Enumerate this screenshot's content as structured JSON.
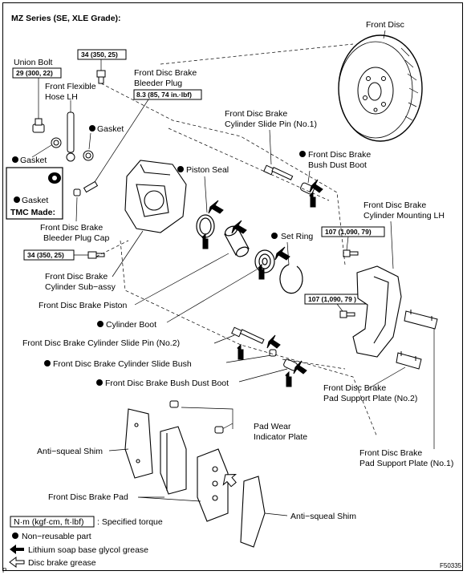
{
  "title": "MZ Series (SE, XLE Grade):",
  "footer_code": "F50335",
  "corner_mark": "P",
  "torques": {
    "union_bolt": "29 (300, 22)",
    "bleeder_bolt_top": "34 (350, 25)",
    "bleeder_plug": "8.3 (85, 74 in.·lbf)",
    "cyl_bolt": "34 (350, 25)",
    "mount_bolt_upper": "107 (1,090, 79)",
    "mount_bolt_lower": "107 (1,090, 79 )"
  },
  "labels": {
    "front_disc": "Front Disc",
    "union_bolt": "Union Bolt",
    "flex_hose_1": "Front Flexible",
    "flex_hose_2": "Hose LH",
    "gasket_right": "Gasket",
    "gasket_left": "Gasket",
    "gasket_tmc": "Gasket",
    "tmc_made": "TMC Made:",
    "bleeder_plug_1": "Front Disc Brake",
    "bleeder_plug_2": "Bleeder Plug",
    "slide_pin1_1": "Front Disc Brake",
    "slide_pin1_2": "Cylinder Slide Pin (No.1)",
    "bush_boot_top_1": "Front Disc Brake",
    "bush_boot_top_2": "Bush Dust Boot",
    "piston_seal": "Piston Seal",
    "mounting_1": "Front Disc Brake",
    "mounting_2": "Cylinder Mounting LH",
    "plug_cap_1": "Front Disc Brake",
    "plug_cap_2": "Bleeder Plug Cap",
    "set_ring": "Set Ring",
    "cyl_sub_1": "Front Disc Brake",
    "cyl_sub_2": "Cylinder Sub−assy",
    "piston": "Front Disc Brake Piston",
    "cyl_boot": "Cylinder Boot",
    "slide_pin2": "Front Disc Brake Cylinder Slide Pin (No.2)",
    "slide_bush": "Front Disc Brake Cylinder Slide Bush",
    "bush_boot_bottom": "Front Disc Brake Bush Dust Boot",
    "support2_1": "Front Disc Brake",
    "support2_2": "Pad Support Plate (No.2)",
    "pad_wear_1": "Pad Wear",
    "pad_wear_2": "Indicator Plate",
    "shim_left": "Anti−squeal Shim",
    "support1_1": "Front Disc Brake",
    "support1_2": "Pad Support Plate (No.1)",
    "pad": "Front Disc Brake Pad",
    "shim_right": "Anti−squeal Shim"
  },
  "legend": {
    "torque_box": "N·m (kgf·cm, ft·lbf)",
    "torque_desc": ": Specified torque",
    "non_reusable": "Non−reusable part",
    "lithium": "Lithium soap base glycol grease",
    "disc_grease": "Disc brake grease"
  }
}
